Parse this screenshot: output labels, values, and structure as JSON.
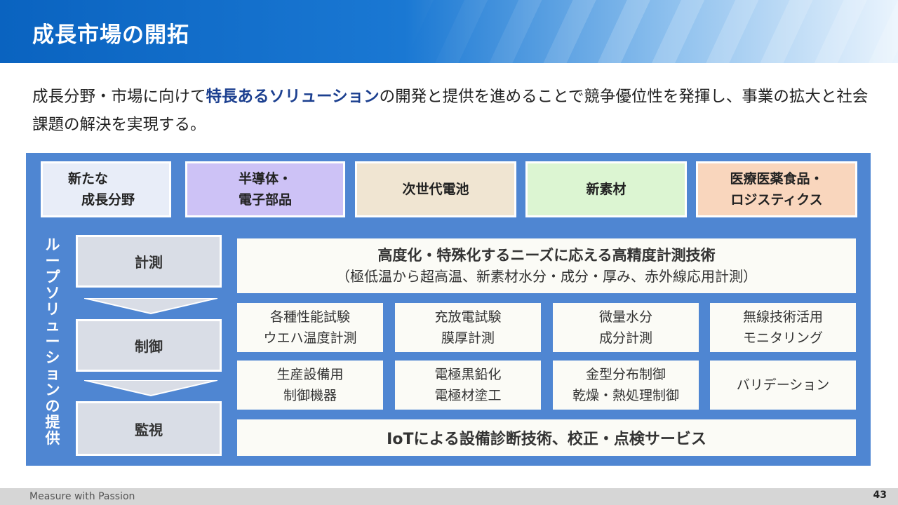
{
  "slide": {
    "title": "成長市場の開拓",
    "lead": {
      "before": "成長分野・市場に向けて",
      "highlight": "特長あるソリューション",
      "after": "の開発と提供を進めることで競争優位性を発揮し、事業の拡大と社会課題の解決を実現する。"
    }
  },
  "categories": [
    {
      "label": "新たな\n　成長分野",
      "color": "#e8edf8"
    },
    {
      "label": "半導体・\n電子部品",
      "color": "#cdc2f6"
    },
    {
      "label": "次世代電池",
      "color": "#f0e5d2"
    },
    {
      "label": "新素材",
      "color": "#dcf5d2"
    },
    {
      "label": "医療医薬食品・\nロジスティクス",
      "color": "#f9d6bd"
    }
  ],
  "side_label": "ループソリューションの提供",
  "stages": [
    "計測",
    "制御",
    "監視"
  ],
  "measurement": {
    "title": "高度化・特殊化するニーズに応える高精度計測技術",
    "detail": "（極低温から超高温、新素材水分・成分・厚み、赤外線応用計測）"
  },
  "solutions": [
    [
      "各種性能試験",
      "ウエハ温度計測"
    ],
    [
      "充放電試験",
      "膜厚計測"
    ],
    [
      "微量水分",
      "成分計測"
    ],
    [
      "無線技術活用",
      "モニタリング"
    ],
    [
      "生産設備用",
      "制御機器"
    ],
    [
      "電極黒鉛化",
      "電極材塗工"
    ],
    [
      "金型分布制御",
      "乾燥・熱処理制御"
    ],
    [
      "バリデーション"
    ]
  ],
  "monitoring": "IoTによる設備診断技術、校正・点検サービス",
  "footer": {
    "tagline": "Measure with Passion",
    "page_number": "43"
  },
  "colors": {
    "title_bar": "#0a63c0",
    "panel": "#4f86d2",
    "highlight_text": "#1b3f8f",
    "stage_box": "#d9dde6",
    "solution_box": "#fbfbf6"
  }
}
